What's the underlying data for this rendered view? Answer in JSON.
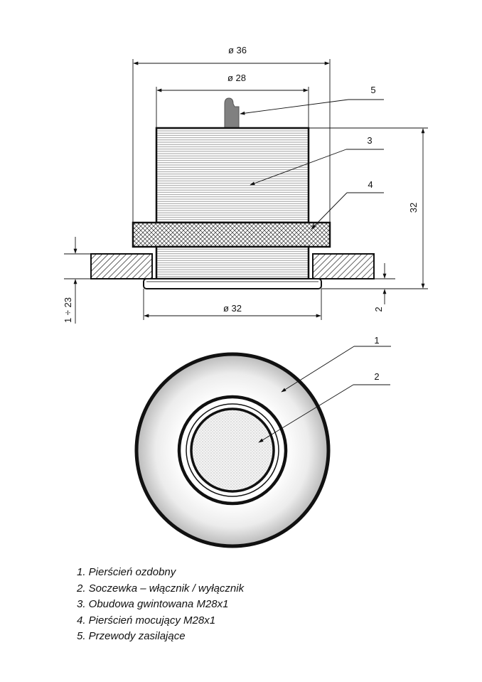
{
  "dimensions": {
    "outer_diameter": "ø 36",
    "thread_diameter": "ø 28",
    "height": "32",
    "flange_diameter": "ø 32",
    "panel_thickness": "1 ÷ 23",
    "flange_thickness": "2"
  },
  "callouts": {
    "c1_top": "1",
    "c2_top": "2",
    "c3": "3",
    "c4": "4",
    "c5": "5"
  },
  "legend": [
    "1. Pierścień ozdobny",
    "2. Soczewka – włącznik / wyłącznik",
    "3. Obudowa gwintowana  M28x1",
    "4. Pierścień mocujący M28x1",
    "5. Przewody zasilające"
  ]
}
